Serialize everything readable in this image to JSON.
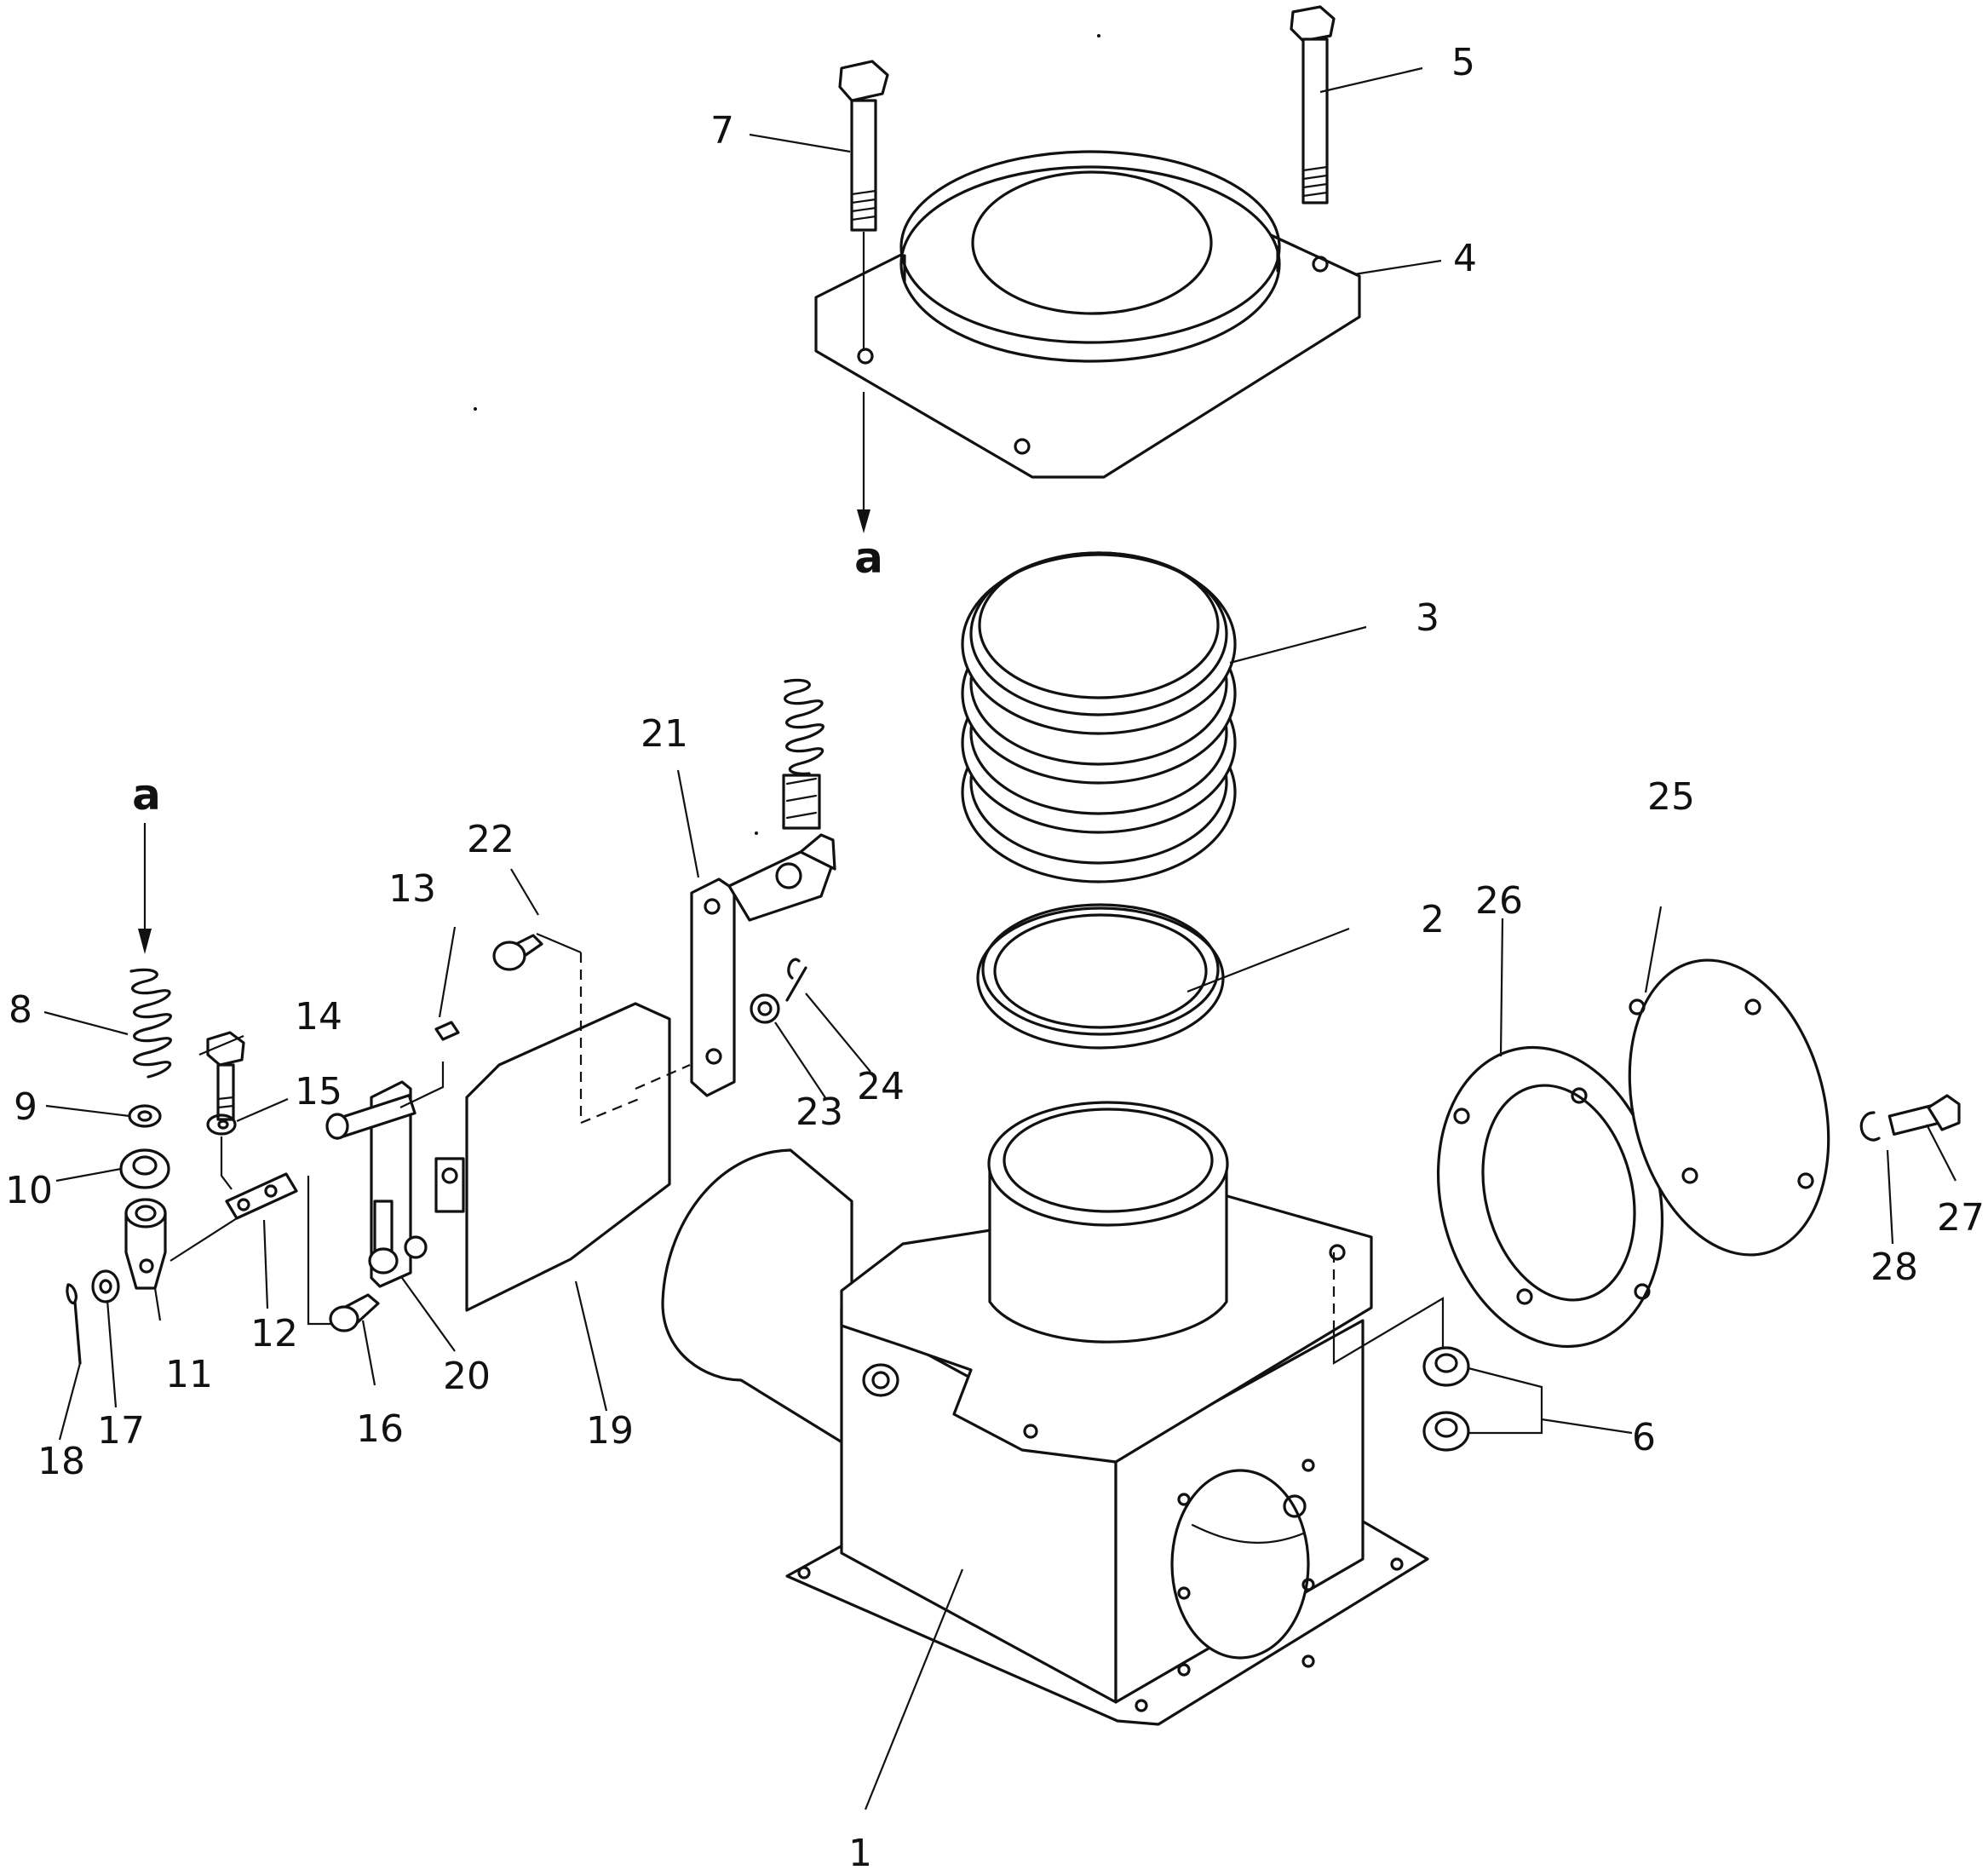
{
  "diagram": {
    "callouts": [
      "1",
      "2",
      "3",
      "4",
      "5",
      "6",
      "7",
      "8",
      "9",
      "10",
      "11",
      "12",
      "13",
      "14",
      "15",
      "16",
      "17",
      "18",
      "19",
      "20",
      "21",
      "22",
      "23",
      "24",
      "25",
      "26",
      "27",
      "28"
    ],
    "flow_labels": [
      "a",
      "a"
    ]
  },
  "colors": {
    "line": "#111111",
    "background": "#ffffff"
  }
}
